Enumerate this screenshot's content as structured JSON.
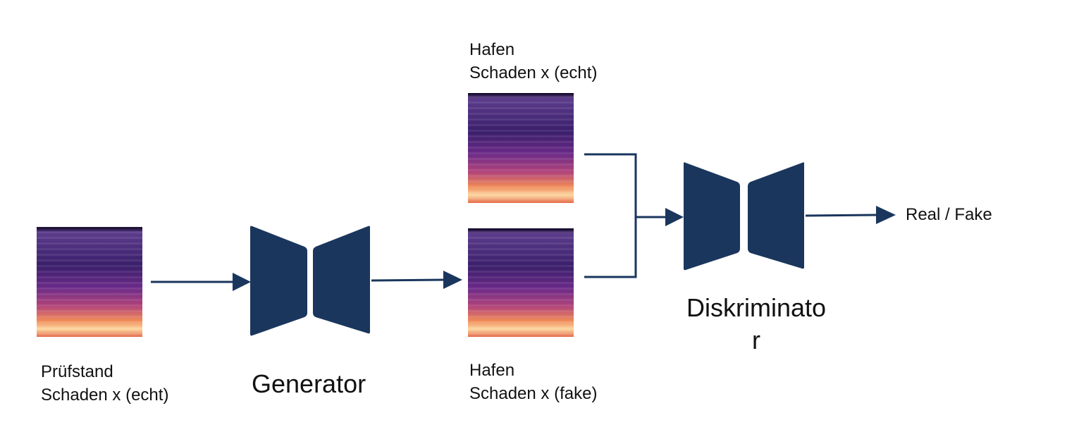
{
  "colors": {
    "block": "#1a365d",
    "arrow": "#1a365d",
    "text": "#111111",
    "spectro_bg": "#3c1f70",
    "spectro_band": "#7a2e8c",
    "spectro_hot": "#e06a4a",
    "spectro_peak": "#fbd6a0"
  },
  "inputs": {
    "pruefstand_line1": "Prüfstand",
    "pruefstand_line2": "Schaden x (echt)"
  },
  "generator": {
    "label": "Generator"
  },
  "fake_output": {
    "line1": "Hafen",
    "line2": "Schaden x (fake)"
  },
  "real_port": {
    "line1": "Hafen",
    "line2": "Schaden x (echt)"
  },
  "discriminator": {
    "label_part1": "Diskriminato",
    "label_part2": "r"
  },
  "output": {
    "label": "Real / Fake"
  }
}
